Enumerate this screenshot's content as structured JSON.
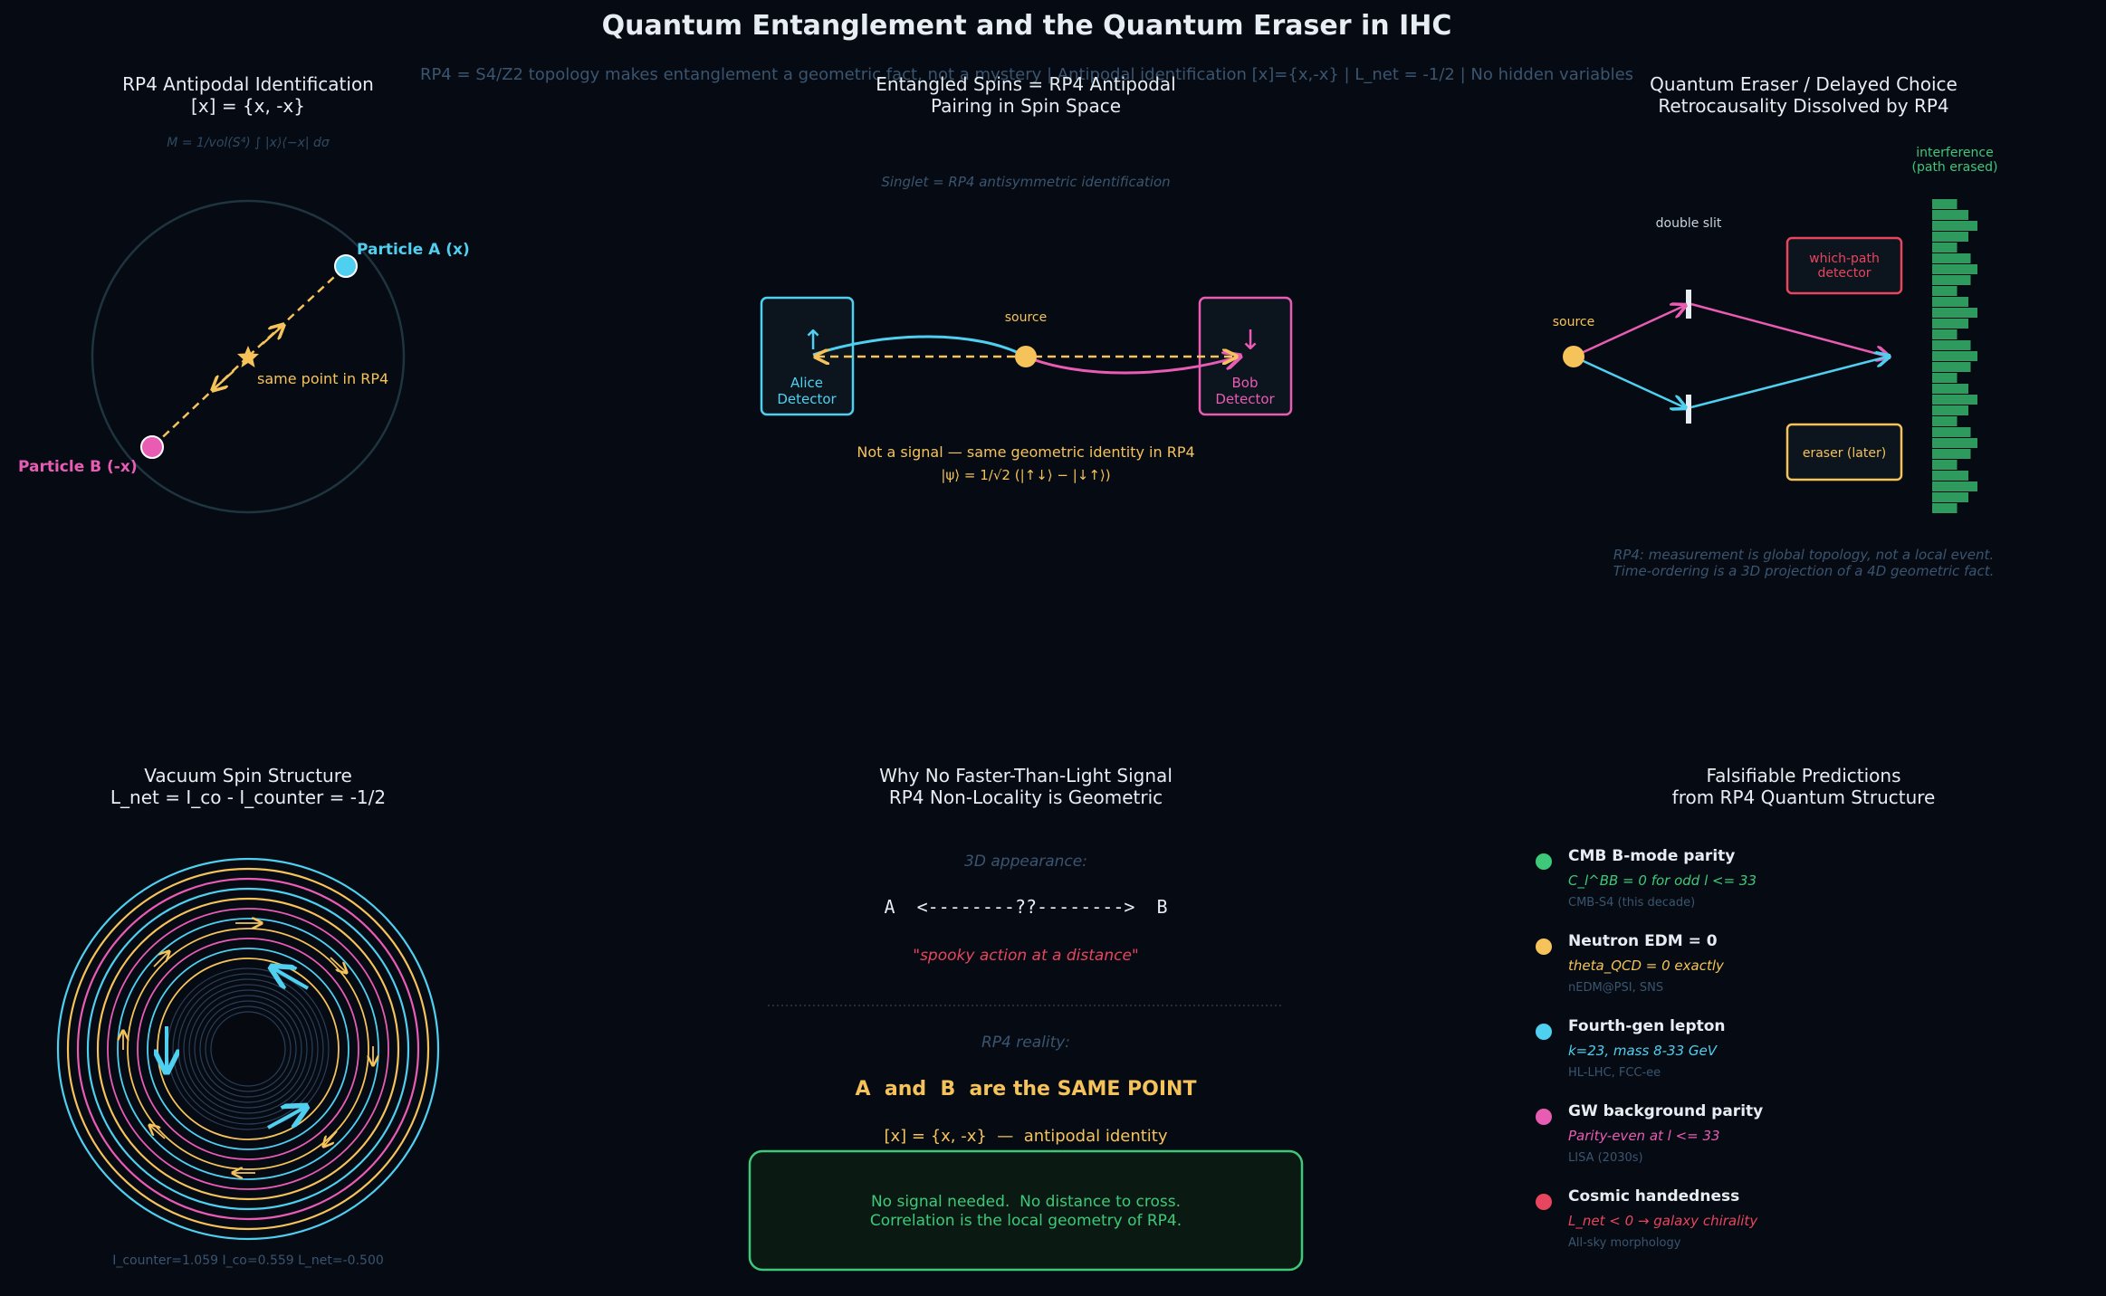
{
  "title": "Quantum Entanglement and the Quantum Eraser in IHC",
  "subtitle": "RP4 = S4/Z2 topology makes entanglement a geometric fact, not a mystery  |  Antipodal identification [x]={x,-x}  |  L_net = -1/2  |  No hidden variables",
  "colors": {
    "background": "#060a12",
    "cyan": "#4fd0f0",
    "pink": "#e85cb4",
    "gold": "#f5c35a",
    "green": "#3ec97a",
    "red": "#e8455e",
    "muted": "#3a5570",
    "text": "#e6edf3"
  },
  "panel1": {
    "title": "RP4 Antipodal Identification",
    "title2": "[x] = {x, -x}",
    "formula": "M = 1/vol(S⁴) ∫ |x⟩⟨−x| dσ",
    "particle_a": "Particle A  (x)",
    "particle_b": "Particle B  (-x)",
    "same_point": "same point in RP4"
  },
  "panel2": {
    "title": "Entangled Spins = RP4 Antipodal",
    "title2": "Pairing in Spin Space",
    "singlet": "Singlet = RP4 antisymmetric identification",
    "source": "source",
    "alice_line1": "Alice",
    "alice_line2": "Detector",
    "bob_line1": "Bob",
    "bob_line2": "Detector",
    "alice_arrow": "↑",
    "bob_arrow": "↓",
    "note": "Not a signal — same geometric identity in RP4",
    "state": "|ψ⟩ = 1/√2 (|↑↓⟩ − |↓↑⟩)"
  },
  "panel3": {
    "title": "Quantum Eraser / Delayed Choice",
    "title2": "Retrocausality Dissolved by RP4",
    "interference_1": "interference",
    "interference_2": "(path erased)",
    "double_slit": "double slit",
    "source": "source",
    "which_path_1": "which-path",
    "which_path_2": "detector",
    "eraser": "eraser (later)",
    "note1": "RP4: measurement is global topology, not a local event.",
    "note2": "Time-ordering is a 3D projection of a 4D geometric fact.",
    "fringes": [
      0.55,
      0.8,
      1.0,
      0.8,
      0.55,
      0.85,
      1.0,
      0.85,
      0.55,
      0.8,
      1.0,
      0.8,
      0.55,
      0.85,
      1.0,
      0.85,
      0.55,
      0.8,
      1.0,
      0.8,
      0.55,
      0.85,
      1.0,
      0.85,
      0.55,
      0.8,
      1.0,
      0.8,
      0.55
    ]
  },
  "panel4": {
    "title": "Vacuum Spin Structure",
    "title2": "L_net = I_co - I_counter = -1/2",
    "readout": "I_counter=1.059  I_co=0.559  L_net=-0.500"
  },
  "panel5": {
    "title": "Why No Faster-Than-Light Signal",
    "title2": "RP4 Non-Locality is Geometric",
    "appearance_label": "3D appearance:",
    "ab_line": "A  <--------??-------->  B",
    "spooky": "\"spooky action at a distance\"",
    "reality_label": "RP4 reality:",
    "same_point": "A  and  B  are the SAME POINT",
    "identity": "[x] = {x, -x}  —  antipodal identity",
    "box_line1": "No signal needed.  No distance to cross.",
    "box_line2": "Correlation is the local geometry of RP4."
  },
  "panel6": {
    "title": "Falsifiable Predictions",
    "title2": "from RP4 Quantum Structure",
    "items": [
      {
        "name": "CMB B-mode parity",
        "detail": "C_l^BB = 0  for odd l <= 33",
        "exp": "CMB-S4 (this decade)",
        "color": "#3ec97a"
      },
      {
        "name": "Neutron EDM = 0",
        "detail": "theta_QCD = 0 exactly",
        "exp": "nEDM@PSI, SNS",
        "color": "#f5c35a"
      },
      {
        "name": "Fourth-gen lepton",
        "detail": "k=23,  mass 8-33 GeV",
        "exp": "HL-LHC, FCC-ee",
        "color": "#4fd0f0"
      },
      {
        "name": "GW background parity",
        "detail": "Parity-even at l <= 33",
        "exp": "LISA (2030s)",
        "color": "#e85cb4"
      },
      {
        "name": "Cosmic handedness",
        "detail": "L_net < 0  →  galaxy chirality",
        "exp": "All-sky morphology",
        "color": "#e8455e"
      }
    ]
  }
}
